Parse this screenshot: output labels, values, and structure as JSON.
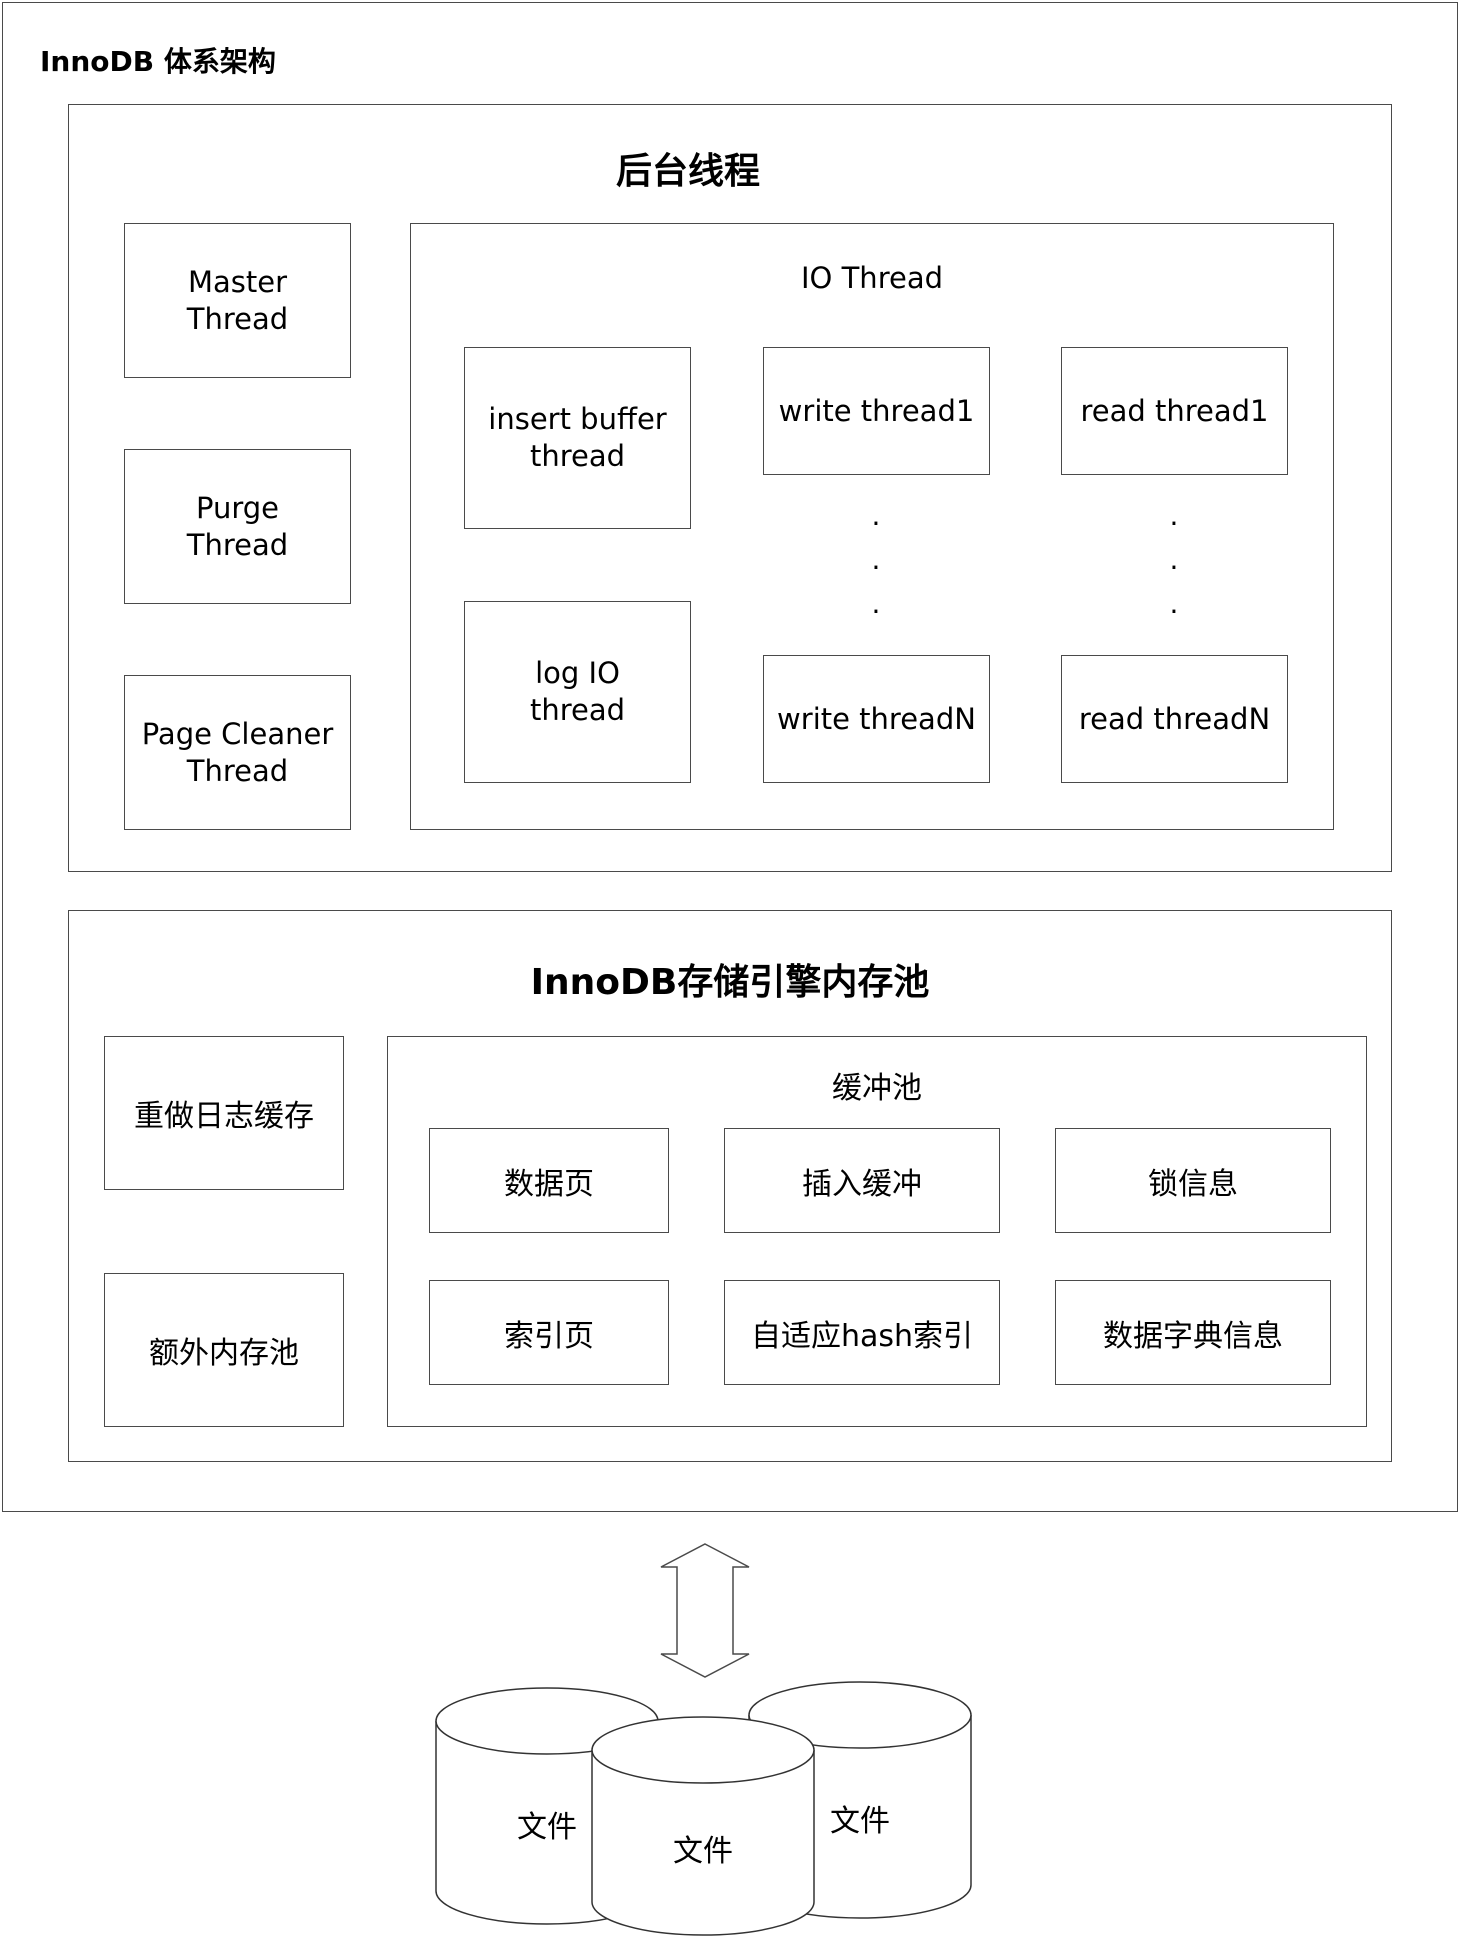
{
  "title": "InnoDB 体系架构",
  "background_threads": {
    "title": "后台线程",
    "master_thread": "Master\nThread",
    "purge_thread": "Purge\nThread",
    "page_cleaner_thread": "Page Cleaner\nThread",
    "io_thread": {
      "title": "IO Thread",
      "insert_buffer_thread": "insert buffer\nthread",
      "log_io_thread": "log IO\nthread",
      "write_thread_first": "write thread1",
      "write_thread_last": "write threadN",
      "read_thread_first": "read thread1",
      "read_thread_last": "read threadN",
      "ellipsis": "·"
    }
  },
  "memory_pool": {
    "title": "InnoDB存储引擎内存池",
    "redo_log_buffer": "重做日志缓存",
    "extra_memory_pool": "额外内存池",
    "buffer_pool": {
      "title": "缓冲池",
      "items": [
        "数据页",
        "插入缓冲",
        "锁信息",
        "索引页",
        "自适应hash索引",
        "数据字典信息"
      ]
    }
  },
  "files": [
    "文件",
    "文件",
    "文件"
  ]
}
